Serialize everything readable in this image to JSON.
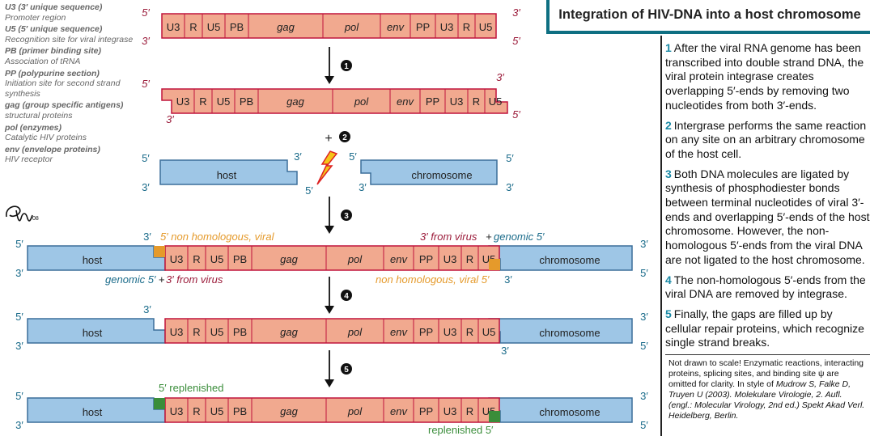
{
  "title": "Integration of HIV-DNA into a host chromosome",
  "legend": [
    {
      "term": "U3 (3′ unique sequence)",
      "desc": "Promoter region"
    },
    {
      "term": "U5 (5′ unique sequence)",
      "desc": "Recognition site for viral integrase"
    },
    {
      "term": "PB (primer binding site)",
      "desc": "Association of tRNA"
    },
    {
      "term": "PP (polypurine section)",
      "desc": "Initiation site for second strand synthesis"
    },
    {
      "term": "gag (group specific antigens)",
      "desc": "structural proteins"
    },
    {
      "term": "pol (enzymes)",
      "desc": "Catalytic HIV proteins"
    },
    {
      "term": "env (envelope proteins)",
      "desc": "HIV receptor"
    }
  ],
  "signature": "PW08",
  "segments": [
    "U3",
    "R",
    "U5",
    "PB",
    "gag",
    "pol",
    "env",
    "PP",
    "U3",
    "R",
    "U5"
  ],
  "ends": {
    "five": "5′",
    "three": "3′"
  },
  "host_label": "host",
  "chromosome_label": "chromosome",
  "step_markers": [
    "1",
    "2",
    "3",
    "4",
    "5"
  ],
  "plus_sign": "+",
  "annotations": {
    "five_non_homologous_viral": "5′ non homologous, viral",
    "three_from_virus_left": "3′ from virus",
    "plus": "+",
    "genomic_five_right": "genomic 5′",
    "genomic_five_left": "genomic 5′",
    "three_from_virus_bottom": "3′ from virus",
    "non_homologous_viral_five": "non homologous, viral 5′",
    "five_replenished": "5′ replenished",
    "replenished_five": "replenished 5′"
  },
  "steps": [
    {
      "num": "1",
      "text": "After the viral RNA genome has been transcribed into double strand DNA, the viral protein integrase creates overlapping 5′-ends by removing two nucleotides from both 3′-ends."
    },
    {
      "num": "2",
      "text": "Intergrase performs the same reaction on any site on an arbitrary chromosome of the host cell."
    },
    {
      "num": "3",
      "text": "Both DNA molecules are ligated by synthesis of phosphodiester bonds between terminal nucleotides of viral 3′-ends and overlapping 5′-ends of the host chromosome. However, the non-homologous 5′-ends from the viral DNA are not ligated to the host chromosome."
    },
    {
      "num": "4",
      "text": "The non-homologous 5′-ends from the viral DNA are removed by integrase."
    },
    {
      "num": "5",
      "text": "Finally, the gaps are filled up by cellular repair proteins, which recognize single strand breaks."
    }
  ],
  "notes": {
    "line1": "Not drawn to scale! Enzymatic reactions, interacting proteins, splicing sites, and binding site ψ are omitted for clarity. In style of ",
    "citation": "Mudrow S, Falke D, Truyen U (2003). Molekulare Virologie, 2. Aufl. (engl.: Molecular Virology, 2nd ed.) Spekt Akad Verl. Heidelberg, Berlin."
  },
  "colors": {
    "viral_fill": "#f1a98f",
    "viral_stroke": "#c0143c",
    "host_fill": "#9ec6e6",
    "host_stroke": "#3b6f9a",
    "end_label_red": "#9b1b3a",
    "end_label_teal": "#1a6b8a",
    "orange": "#e59a2b",
    "green": "#3a8d3a",
    "title_border": "#0e6f82",
    "step_number": "#1b8aa6"
  }
}
